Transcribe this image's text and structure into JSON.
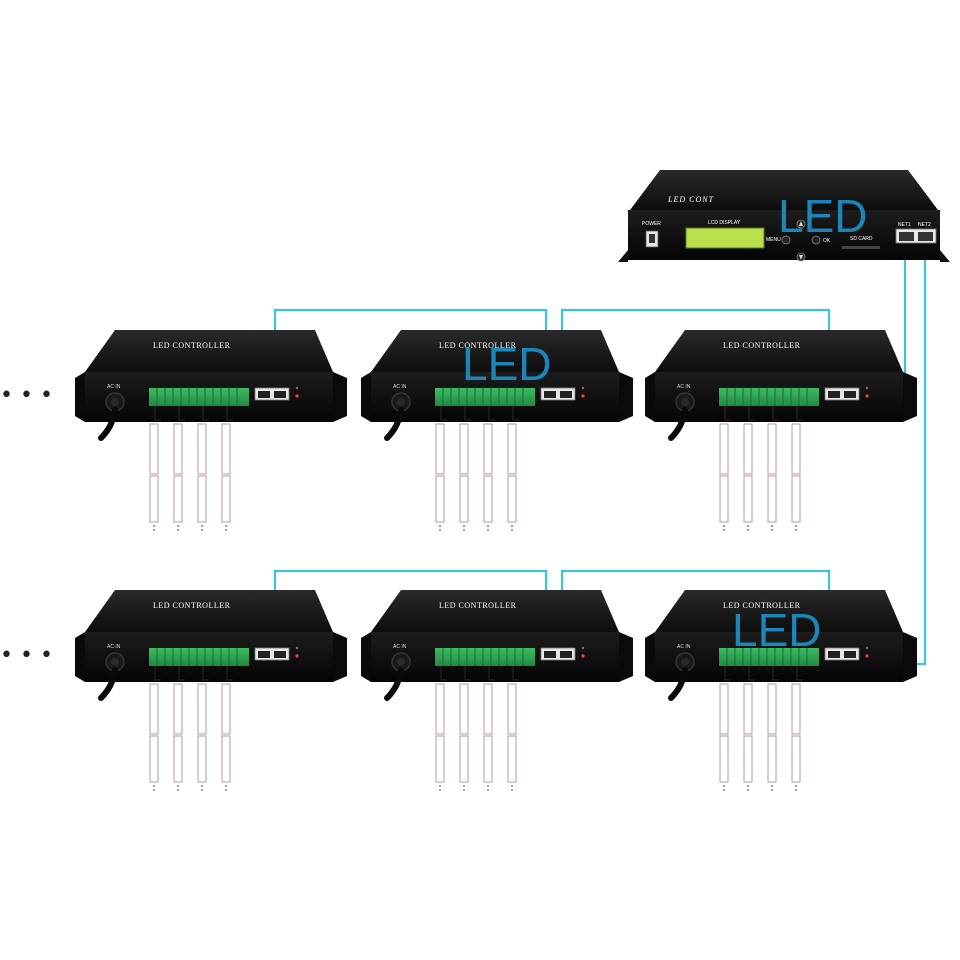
{
  "master_controller": {
    "title": "LED CONT",
    "lcd_label": "LCD DISPLAY",
    "power_label": "POWER",
    "menu_label": "MENU",
    "ok_label": "OK",
    "sd_card_label": "SD CARD",
    "net1_label": "NET1",
    "net2_label": "NET2"
  },
  "sub_controller": {
    "title": "LED CONTROLLER",
    "ac_label": "AC IN"
  },
  "watermark": "LED",
  "continuation": "• • •",
  "colors": {
    "cable": "#3cc3e3",
    "device_body": "#141414",
    "terminal_green": "#2ea653",
    "lcd_green": "#b8e04a",
    "watermark": "#1e9ad6"
  },
  "icons": [
    "power-switch-icon",
    "arrow-up-icon",
    "arrow-down-icon",
    "ethernet-port-icon",
    "power-cable-icon",
    "led-strip-icon"
  ]
}
